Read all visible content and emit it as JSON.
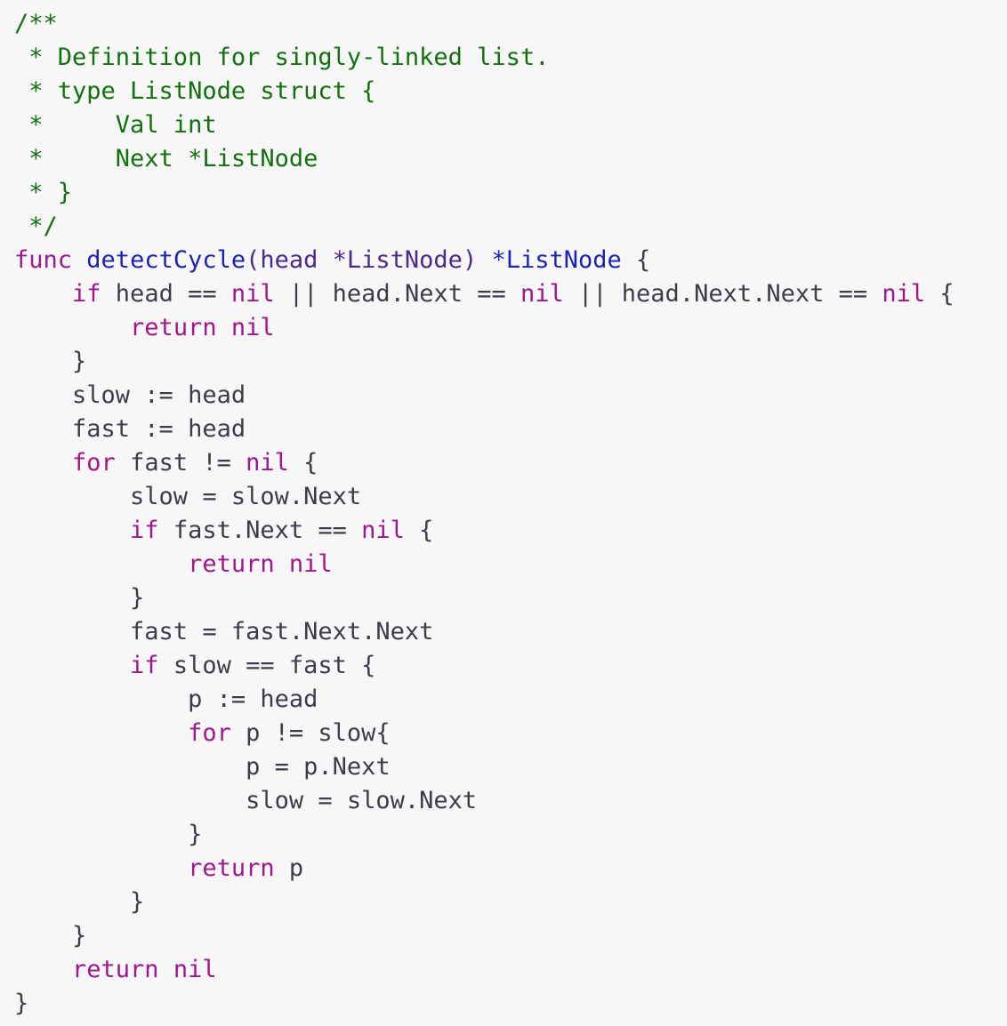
{
  "code": {
    "language": "go",
    "lines": [
      [
        {
          "t": "/**",
          "k": "comment"
        }
      ],
      [
        {
          "t": " * Definition for singly-linked list.",
          "k": "comment"
        }
      ],
      [
        {
          "t": " * type ListNode struct {",
          "k": "comment"
        }
      ],
      [
        {
          "t": " *     Val int",
          "k": "comment"
        }
      ],
      [
        {
          "t": " *     Next *ListNode",
          "k": "comment"
        }
      ],
      [
        {
          "t": " * }",
          "k": "comment"
        }
      ],
      [
        {
          "t": " */",
          "k": "comment"
        }
      ],
      [
        {
          "t": "func",
          "k": "keyword"
        },
        {
          "t": " ",
          "k": "plain"
        },
        {
          "t": "detectCycle",
          "k": "func"
        },
        {
          "t": "(head *ListNode)",
          "k": "param"
        },
        {
          "t": " ",
          "k": "plain"
        },
        {
          "t": "*ListNode",
          "k": "type"
        },
        {
          "t": " {",
          "k": "plain"
        }
      ],
      [
        {
          "t": "    ",
          "k": "plain"
        },
        {
          "t": "if",
          "k": "keyword"
        },
        {
          "t": " head == ",
          "k": "plain"
        },
        {
          "t": "nil",
          "k": "keyword"
        },
        {
          "t": " || head.Next == ",
          "k": "plain"
        },
        {
          "t": "nil",
          "k": "keyword"
        },
        {
          "t": " || head.Next.Next == ",
          "k": "plain"
        },
        {
          "t": "nil",
          "k": "keyword"
        },
        {
          "t": " {",
          "k": "plain"
        }
      ],
      [
        {
          "t": "        ",
          "k": "plain"
        },
        {
          "t": "return",
          "k": "keyword"
        },
        {
          "t": " ",
          "k": "plain"
        },
        {
          "t": "nil",
          "k": "keyword"
        }
      ],
      [
        {
          "t": "    }",
          "k": "plain"
        }
      ],
      [
        {
          "t": "    slow := head",
          "k": "plain"
        }
      ],
      [
        {
          "t": "    fast := head",
          "k": "plain"
        }
      ],
      [
        {
          "t": "    ",
          "k": "plain"
        },
        {
          "t": "for",
          "k": "keyword"
        },
        {
          "t": " fast != ",
          "k": "plain"
        },
        {
          "t": "nil",
          "k": "keyword"
        },
        {
          "t": " {",
          "k": "plain"
        }
      ],
      [
        {
          "t": "        slow = slow.Next",
          "k": "plain"
        }
      ],
      [
        {
          "t": "        ",
          "k": "plain"
        },
        {
          "t": "if",
          "k": "keyword"
        },
        {
          "t": " fast.Next == ",
          "k": "plain"
        },
        {
          "t": "nil",
          "k": "keyword"
        },
        {
          "t": " {",
          "k": "plain"
        }
      ],
      [
        {
          "t": "            ",
          "k": "plain"
        },
        {
          "t": "return",
          "k": "keyword"
        },
        {
          "t": " ",
          "k": "plain"
        },
        {
          "t": "nil",
          "k": "keyword"
        }
      ],
      [
        {
          "t": "        }",
          "k": "plain"
        }
      ],
      [
        {
          "t": "        fast = fast.Next.Next",
          "k": "plain"
        }
      ],
      [
        {
          "t": "        ",
          "k": "plain"
        },
        {
          "t": "if",
          "k": "keyword"
        },
        {
          "t": " slow == fast {",
          "k": "plain"
        }
      ],
      [
        {
          "t": "            p := head",
          "k": "plain"
        }
      ],
      [
        {
          "t": "            ",
          "k": "plain"
        },
        {
          "t": "for",
          "k": "keyword"
        },
        {
          "t": " p != slow{",
          "k": "plain"
        }
      ],
      [
        {
          "t": "                p = p.Next",
          "k": "plain"
        }
      ],
      [
        {
          "t": "                slow = slow.Next",
          "k": "plain"
        }
      ],
      [
        {
          "t": "            }",
          "k": "plain"
        }
      ],
      [
        {
          "t": "            ",
          "k": "plain"
        },
        {
          "t": "return",
          "k": "keyword"
        },
        {
          "t": " p",
          "k": "plain"
        }
      ],
      [
        {
          "t": "        }",
          "k": "plain"
        }
      ],
      [
        {
          "t": "    }",
          "k": "plain"
        }
      ],
      [
        {
          "t": "    ",
          "k": "plain"
        },
        {
          "t": "return",
          "k": "keyword"
        },
        {
          "t": " ",
          "k": "plain"
        },
        {
          "t": "nil",
          "k": "keyword"
        }
      ],
      [
        {
          "t": "}",
          "k": "plain"
        }
      ]
    ]
  },
  "colors": {
    "background": "#f7f7f7",
    "comment": "#12700f",
    "keyword": "#a0168e",
    "function_name": "#1c22b4",
    "parameter": "#4a2a8a",
    "type": "#1c22b4",
    "plain": "#3b3e4a"
  }
}
